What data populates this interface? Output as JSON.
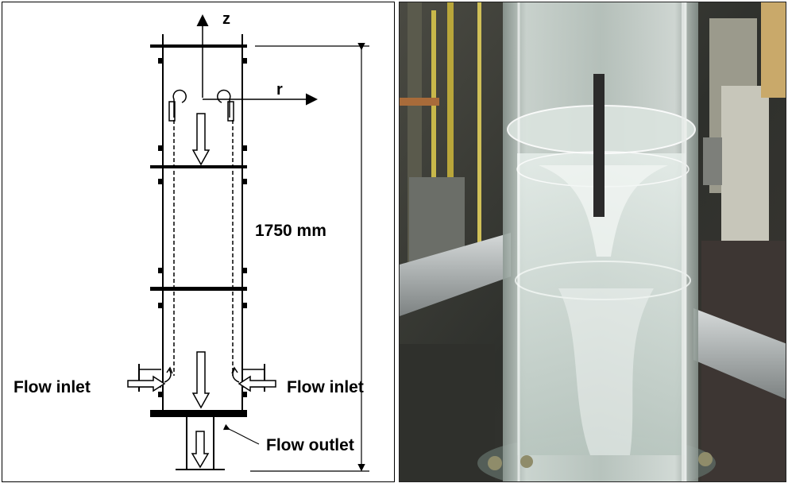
{
  "schematic": {
    "axis_z_label": "z",
    "axis_r_label": "r",
    "height_label": "1750 mm",
    "inlet_left_label": "Flow inlet",
    "inlet_right_label": "Flow inlet",
    "outlet_label": "Flow outlet"
  },
  "photo": {
    "subject": "transparent cylindrical vortex column with water and air-core vortex",
    "colors": {
      "background_lab": "#3a3a36",
      "column_glass": "#b9c6c0",
      "water": "#cfd9d4",
      "aluminum_beam": "#b8bcbc"
    }
  }
}
